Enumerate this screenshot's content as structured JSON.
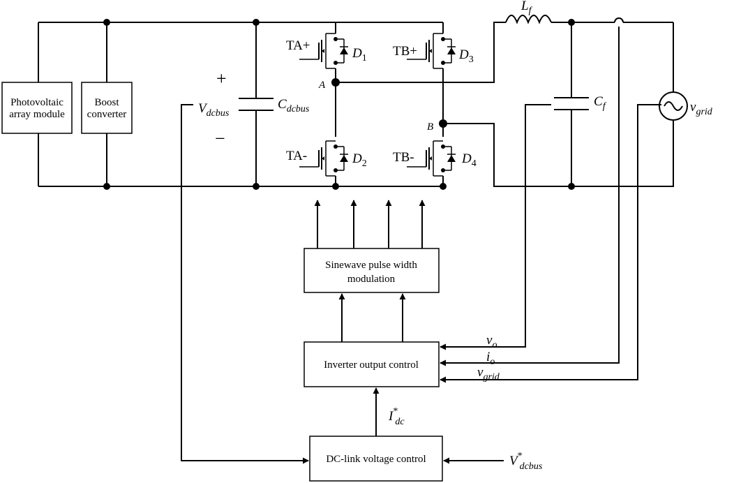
{
  "blocks": {
    "pv": [
      "Photovoltaic",
      "array module"
    ],
    "boost": [
      "Boost",
      "converter"
    ],
    "spwm": [
      "Sinewave pulse width",
      "modulation"
    ],
    "ioc": "Inverter output control",
    "dcl": "DC-link voltage control"
  },
  "switches": {
    "ta_plus": "TA+",
    "tb_plus": "TB+",
    "ta_minus": "TA-",
    "tb_minus": "TB-"
  },
  "diodes": {
    "d1": {
      "main": "D",
      "sub": "1"
    },
    "d2": {
      "main": "D",
      "sub": "2"
    },
    "d3": {
      "main": "D",
      "sub": "3"
    },
    "d4": {
      "main": "D",
      "sub": "4"
    }
  },
  "nodes": {
    "a": "A",
    "b": "B"
  },
  "polarity": {
    "plus": "+",
    "minus": "−"
  },
  "labels": {
    "vdcbus": {
      "main": "V",
      "sub": "dcbus"
    },
    "cdcbus": {
      "main": "C",
      "sub": "dcbus"
    },
    "lf": {
      "main": "L",
      "sub": "f"
    },
    "cf": {
      "main": "C",
      "sub": "f"
    },
    "vgrid": {
      "main": "v",
      "sub": "grid"
    }
  },
  "signals": {
    "vo": {
      "main": "v",
      "sub": "o"
    },
    "io": {
      "main": "i",
      "sub": "o"
    },
    "vgrid": {
      "main": "v",
      "sub": "grid"
    },
    "idc_ref": {
      "main": "I",
      "sup": "*",
      "sub": "dc"
    },
    "vdcbus_ref": {
      "main": "V",
      "sup": "*",
      "sub": "dcbus"
    }
  }
}
